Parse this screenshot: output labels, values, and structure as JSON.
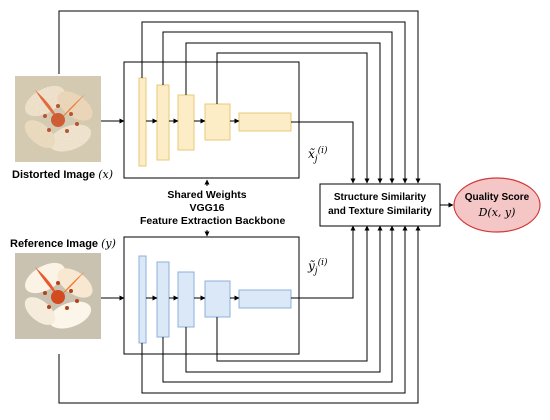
{
  "inputs": {
    "distorted": {
      "label": "Distorted Image",
      "variable": "(x)"
    },
    "reference": {
      "label": "Reference Image",
      "variable": "(y)"
    }
  },
  "backbone": {
    "line1": "Shared Weights",
    "line2": "VGG16",
    "line3": "Feature Extraction Backbone"
  },
  "features": {
    "top": {
      "base": "x̃",
      "sub": "j",
      "sup": "(i)"
    },
    "bottom": {
      "base": "ỹ",
      "sub": "j",
      "sup": "(i)"
    }
  },
  "similarity": {
    "line1": "Structure Similarity",
    "line2": "and Texture Similarity"
  },
  "output": {
    "line1": "Quality Score",
    "line2": "D(x, y)"
  },
  "colors": {
    "top_block_fill": "#fdedc6",
    "top_block_stroke": "#e8c97a",
    "bottom_block_fill": "#dbe8f8",
    "bottom_block_stroke": "#8fb0d8",
    "score_fill": "#f5c6c6",
    "score_stroke": "#d03a3a",
    "line": "#000000"
  }
}
